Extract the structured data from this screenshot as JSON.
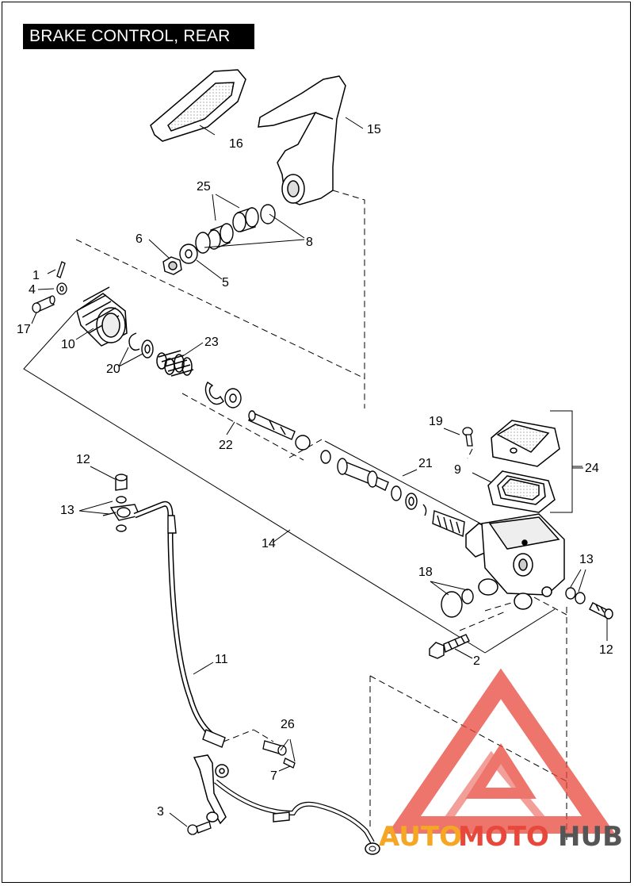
{
  "title": "BRAKE CONTROL, REAR",
  "callouts": [
    {
      "id": "c1",
      "text": "1"
    },
    {
      "id": "c2",
      "text": "2"
    },
    {
      "id": "c3",
      "text": "3"
    },
    {
      "id": "c4",
      "text": "4"
    },
    {
      "id": "c5",
      "text": "5"
    },
    {
      "id": "c6",
      "text": "6"
    },
    {
      "id": "c7",
      "text": "7"
    },
    {
      "id": "c8",
      "text": "8"
    },
    {
      "id": "c9",
      "text": "9"
    },
    {
      "id": "c10",
      "text": "10"
    },
    {
      "id": "c11",
      "text": "11"
    },
    {
      "id": "c12a",
      "text": "12"
    },
    {
      "id": "c12b",
      "text": "12"
    },
    {
      "id": "c13a",
      "text": "13"
    },
    {
      "id": "c13b",
      "text": "13"
    },
    {
      "id": "c14",
      "text": "14"
    },
    {
      "id": "c15",
      "text": "15"
    },
    {
      "id": "c16",
      "text": "16"
    },
    {
      "id": "c17",
      "text": "17"
    },
    {
      "id": "c18",
      "text": "18"
    },
    {
      "id": "c19",
      "text": "19"
    },
    {
      "id": "c20",
      "text": "20"
    },
    {
      "id": "c21",
      "text": "21"
    },
    {
      "id": "c22",
      "text": "22"
    },
    {
      "id": "c23",
      "text": "23"
    },
    {
      "id": "c24",
      "text": "24"
    },
    {
      "id": "c25",
      "text": "25"
    },
    {
      "id": "c26",
      "text": "26"
    }
  ],
  "watermark": {
    "part1": "AUTO",
    "part2": "MOTO",
    "part3": "HUB",
    "color_red": "#e8473c",
    "color_orange": "#f5a623",
    "color_gray": "#555555"
  }
}
